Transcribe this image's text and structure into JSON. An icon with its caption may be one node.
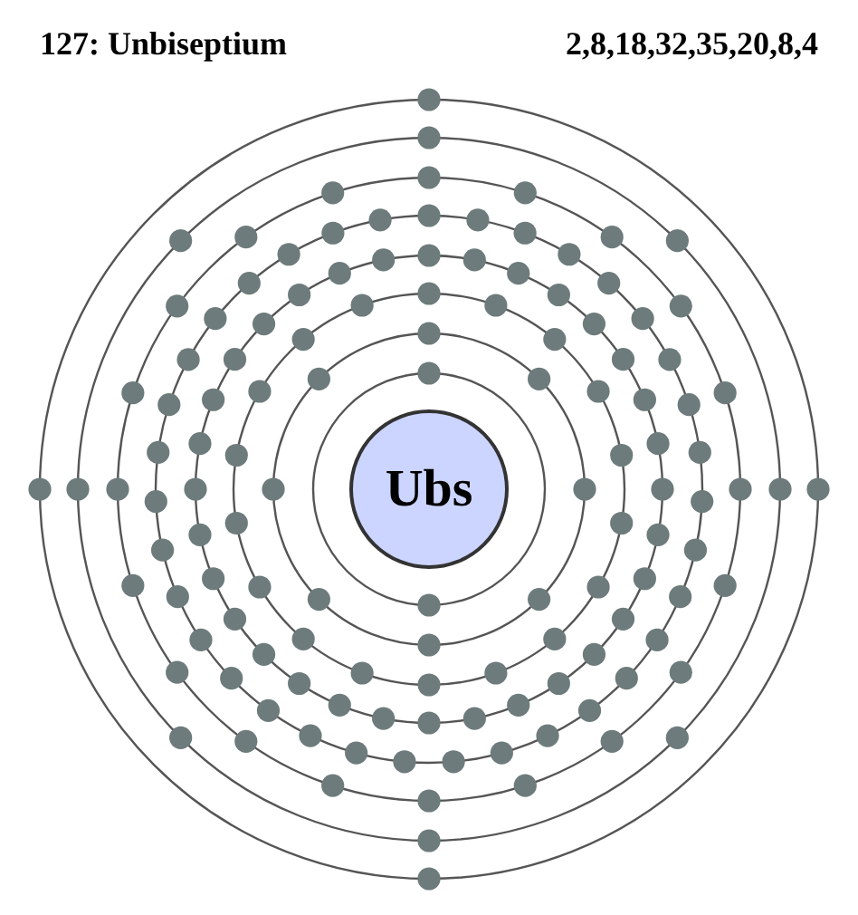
{
  "diagram": {
    "title": "127: Unbiseptium",
    "nodes": [
      {
        "text": [
          "Ubs"
        ]
      }
    ],
    "labels": [
      "2,8,18,32,35,20,8,4"
    ]
  }
}
